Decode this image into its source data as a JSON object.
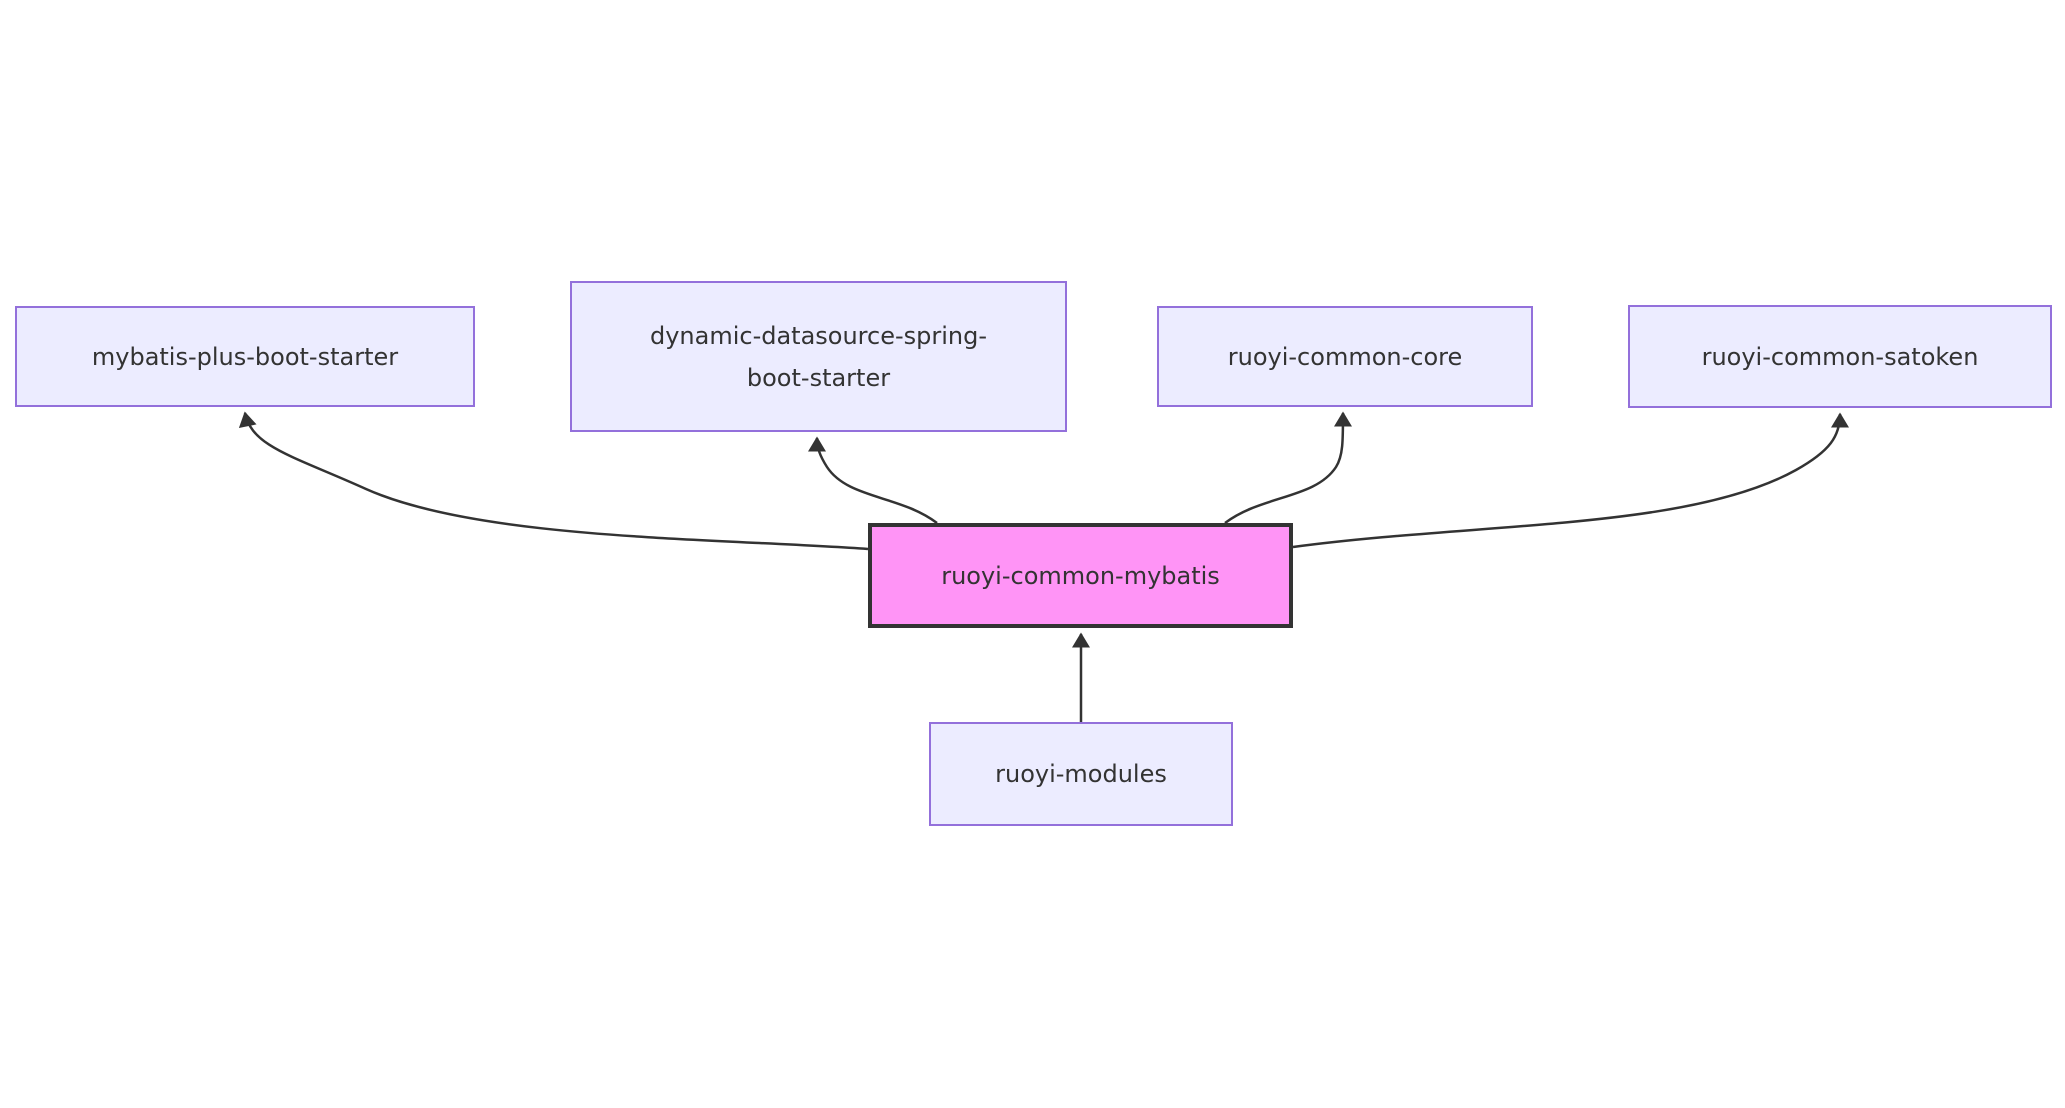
{
  "diagram": {
    "type": "dependency-graph",
    "nodes": [
      {
        "id": "mybatis-plus-boot-starter",
        "label": "mybatis-plus-boot-starter",
        "highlighted": false
      },
      {
        "id": "dynamic-datasource-spring-boot-starter",
        "label": "dynamic-datasource-spring-boot-starter",
        "lines": [
          "dynamic-datasource-spring-",
          "boot-starter"
        ],
        "highlighted": false
      },
      {
        "id": "ruoyi-common-core",
        "label": "ruoyi-common-core",
        "highlighted": false
      },
      {
        "id": "ruoyi-common-satoken",
        "label": "ruoyi-common-satoken",
        "highlighted": false
      },
      {
        "id": "ruoyi-common-mybatis",
        "label": "ruoyi-common-mybatis",
        "highlighted": true
      },
      {
        "id": "ruoyi-modules",
        "label": "ruoyi-modules",
        "highlighted": false
      }
    ],
    "edges": [
      {
        "from": "ruoyi-common-mybatis",
        "to": "mybatis-plus-boot-starter"
      },
      {
        "from": "ruoyi-common-mybatis",
        "to": "dynamic-datasource-spring-boot-starter"
      },
      {
        "from": "ruoyi-common-mybatis",
        "to": "ruoyi-common-core"
      },
      {
        "from": "ruoyi-common-mybatis",
        "to": "ruoyi-common-satoken"
      },
      {
        "from": "ruoyi-modules",
        "to": "ruoyi-common-mybatis"
      }
    ],
    "colors": {
      "node_fill": "#ECECFF",
      "node_border": "#9370DB",
      "highlight_fill": "#ff94f6",
      "highlight_border": "#333333",
      "edge": "#333333",
      "text": "#333333",
      "background": "#ffffff"
    }
  }
}
